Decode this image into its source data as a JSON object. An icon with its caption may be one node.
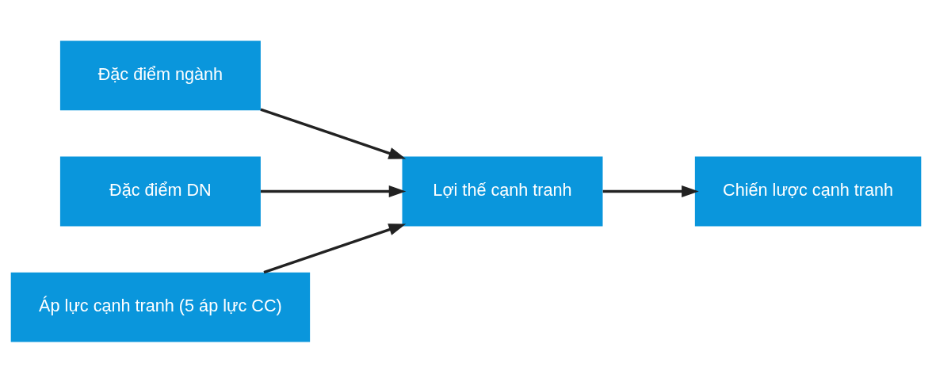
{
  "diagram": {
    "nodes": [
      {
        "text": [
          "Đặc điểm ngành"
        ]
      },
      {
        "text": [
          "Đặc điểm DN"
        ]
      },
      {
        "text": [
          "Áp lực cạnh tranh (5 áp lực CC)"
        ]
      },
      {
        "text": [
          "Lợi thế cạnh tranh"
        ]
      },
      {
        "text": [
          "Chiến lược cạnh tranh"
        ]
      }
    ],
    "edges": [
      {
        "from": 0,
        "to": 3,
        "arrow": "to"
      },
      {
        "from": 1,
        "to": 3,
        "arrow": "to"
      },
      {
        "from": 2,
        "to": 3,
        "arrow": "to"
      },
      {
        "from": 3,
        "to": 4,
        "arrow": "to"
      }
    ]
  }
}
